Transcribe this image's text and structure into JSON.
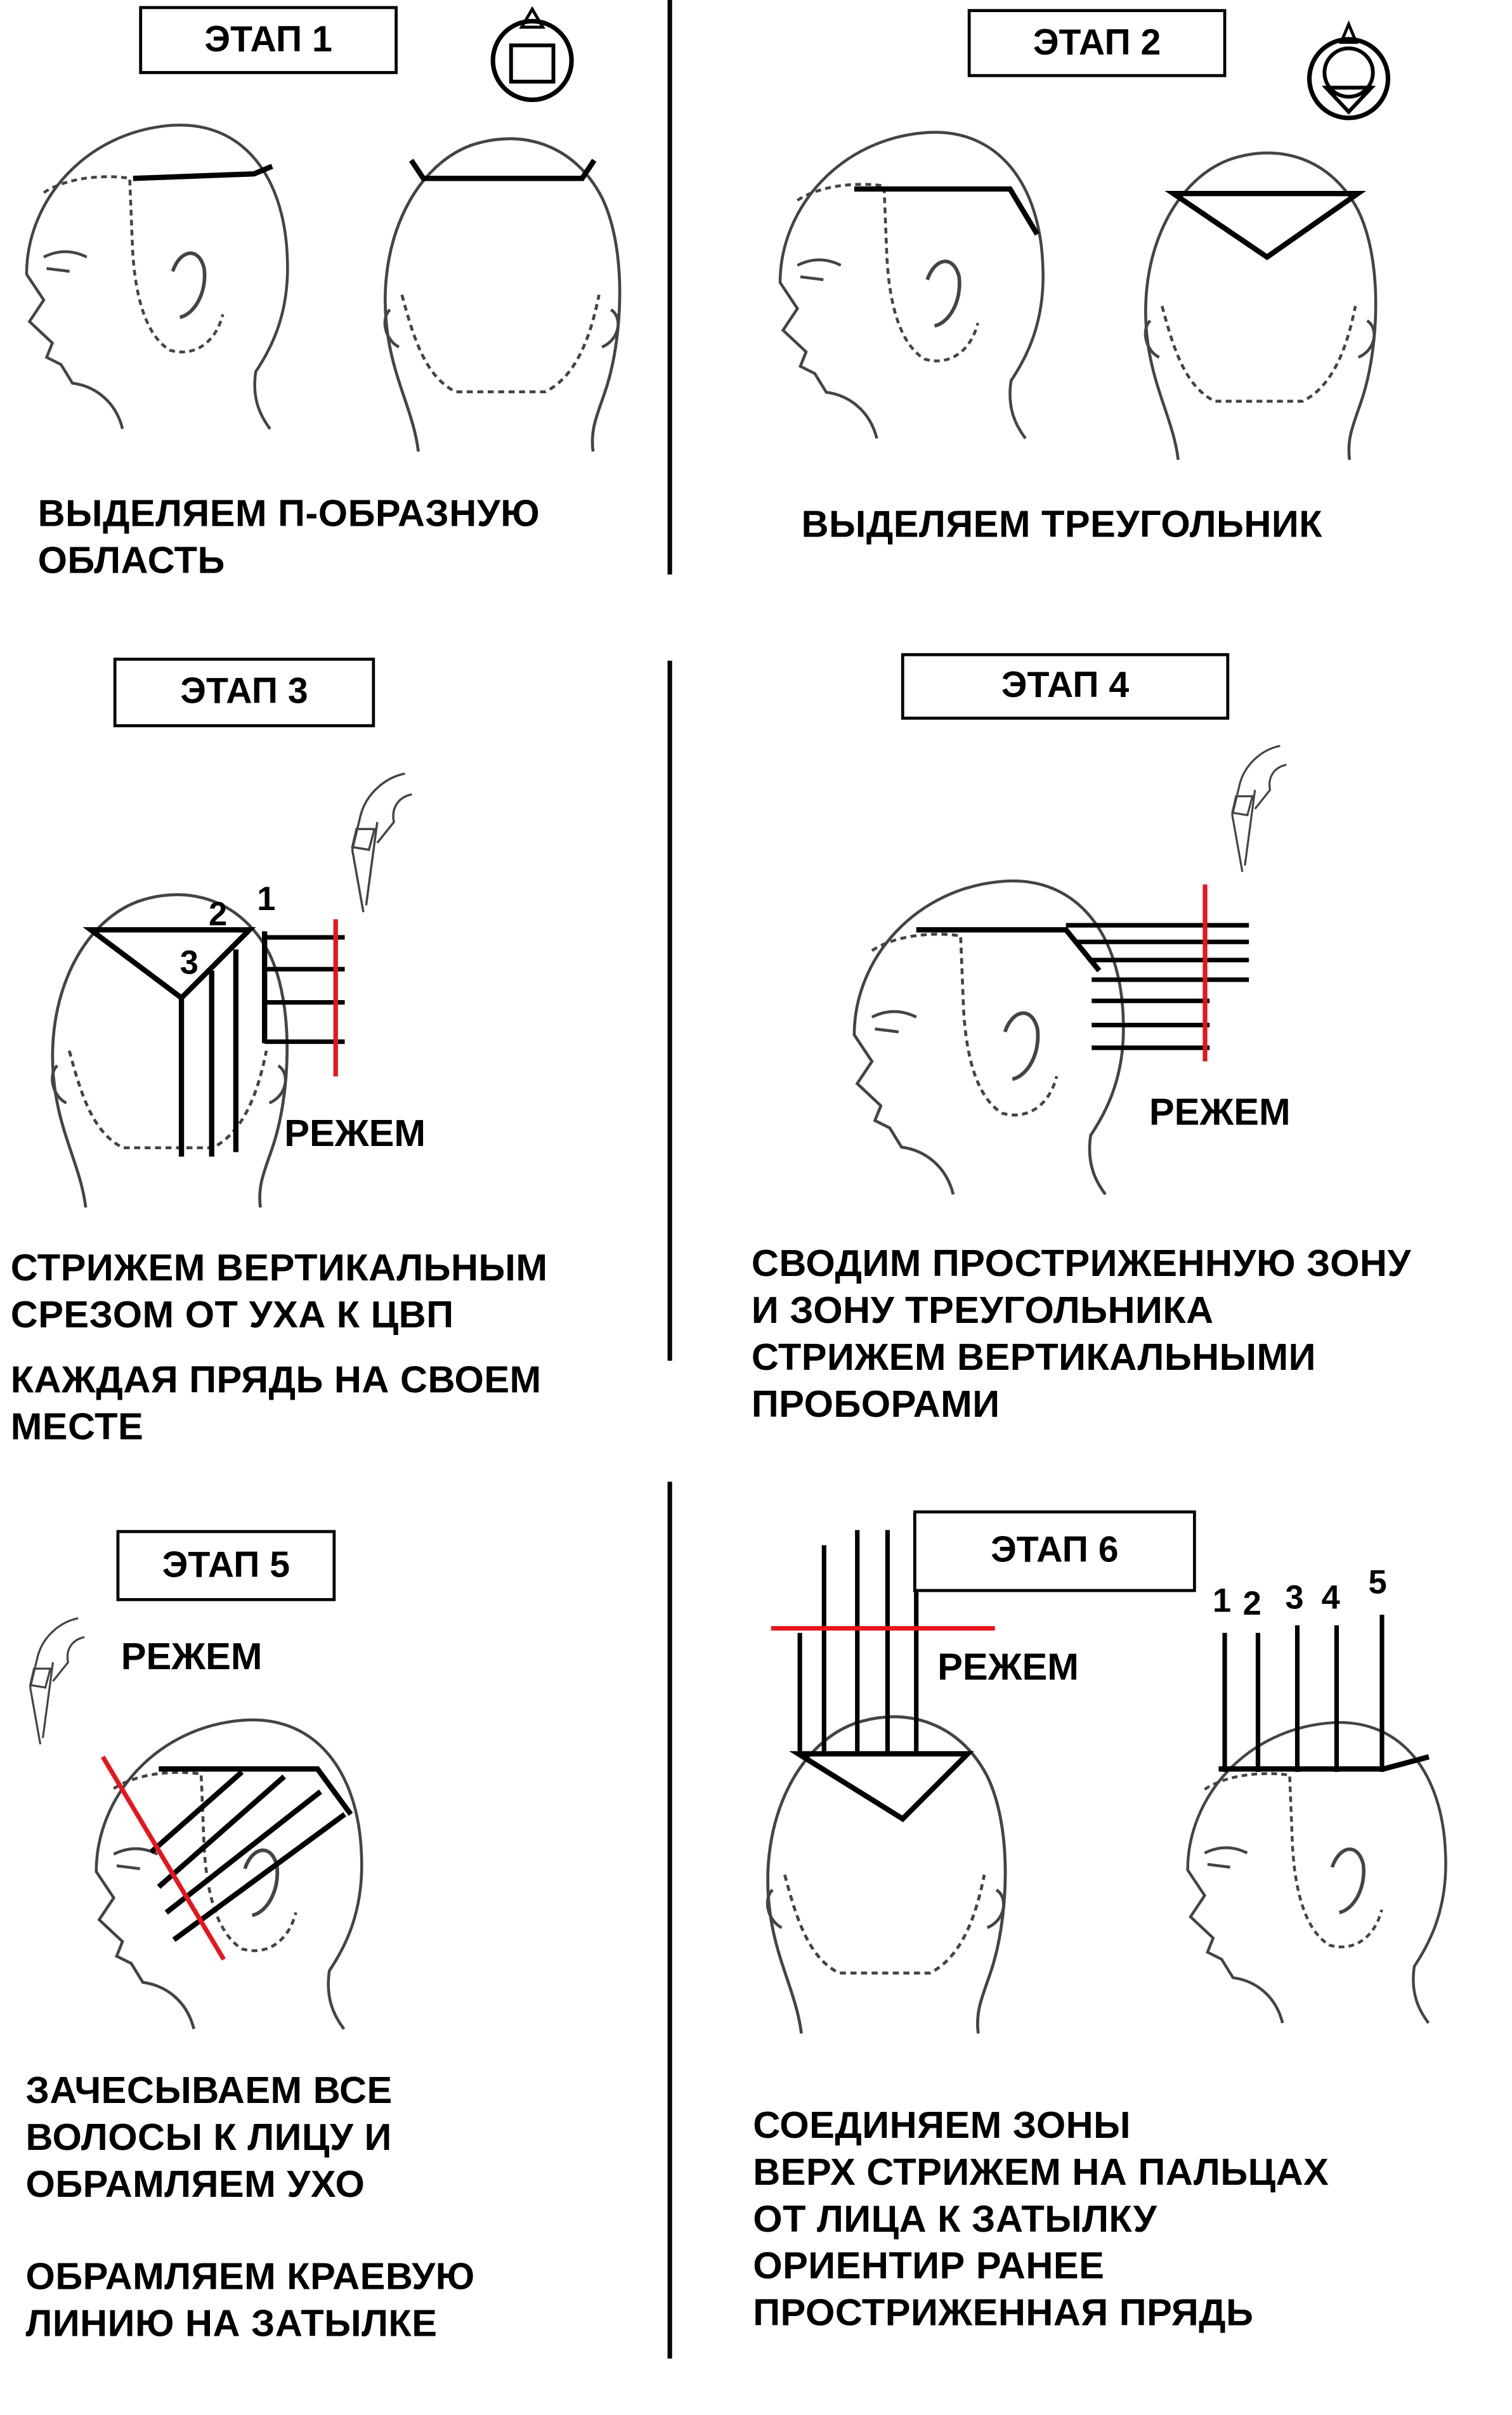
{
  "stages": [
    {
      "title": "ЭТАП 1",
      "text": [
        "ВЫДЕЛЯЕМ П-ОБРАЗНУЮ",
        "ОБЛАСТЬ"
      ]
    },
    {
      "title": "ЭТАП 2",
      "text": [
        "ВЫДЕЛЯЕМ ТРЕУГОЛЬНИК"
      ]
    },
    {
      "title": "ЭТАП 3",
      "cut_label": "РЕЖЕМ",
      "numbers": [
        "1",
        "2",
        "3"
      ],
      "text": [
        "СТРИЖЕМ ВЕРТИКАЛЬНЫМ",
        "СРЕЗОМ ОТ УХА К ЦВП",
        "КАЖДАЯ ПРЯДЬ НА СВОЕМ",
        "МЕСТЕ"
      ]
    },
    {
      "title": "ЭТАП 4",
      "cut_label": "РЕЖЕМ",
      "text": [
        "СВОДИМ ПРОСТРИЖЕННУЮ ЗОНУ",
        "И ЗОНУ ТРЕУГОЛЬНИКА",
        "СТРИЖЕМ ВЕРТИКАЛЬНЫМИ",
        "ПРОБОРАМИ"
      ]
    },
    {
      "title": "ЭТАП 5",
      "cut_label": "РЕЖЕМ",
      "text": [
        "ЗАЧЕСЫВАЕМ ВСЕ",
        "ВОЛОСЫ К ЛИЦУ И",
        "ОБРАМЛЯЕМ УХО",
        "ОБРАМЛЯЕМ КРАЕВУЮ",
        "ЛИНИЮ НА ЗАТЫЛКЕ"
      ]
    },
    {
      "title": "ЭТАП 6",
      "cut_label": "РЕЖЕМ",
      "numbers": [
        "1",
        "2",
        "3",
        "4",
        "5"
      ],
      "text": [
        "СОЕДИНЯЕМ ЗОНЫ",
        "ВЕРХ СТРИЖЕМ НА ПАЛЬЦАХ",
        "ОТ ЛИЦА К ЗАТЫЛКУ",
        "ОРИЕНТИР РАНЕЕ",
        "ПРОСТРИЖЕННАЯ ПРЯДЬ"
      ]
    }
  ],
  "colors": {
    "ink": "#000000",
    "cut_line": "#e8141c",
    "sketch": "#555555"
  }
}
